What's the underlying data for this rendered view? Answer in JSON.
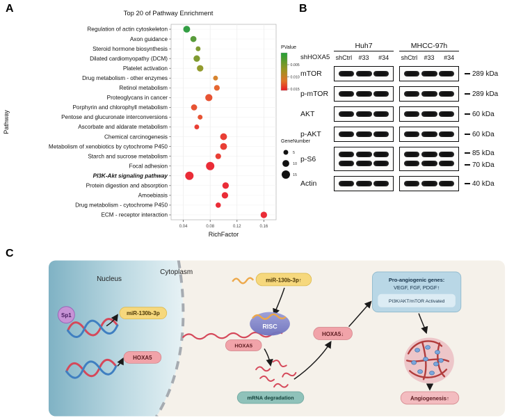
{
  "figure": {
    "panel_labels": [
      "A",
      "B",
      "C"
    ]
  },
  "colors": {
    "yellow_pill": "#f6d87d",
    "pink_pill": "#f1a3a9",
    "pink_pill_light": "#f3bcc0",
    "teal_pill": "#8fc2ba",
    "blue_box": "#b9d7e6",
    "blue_box_inner": "#dcecf4",
    "risc_purple": "#8185c9",
    "mrna_red": "#d5485a",
    "dna_blue": "#3f7fc1",
    "orange_strand": "#eda84a",
    "arrow_black": "#1a1a1a",
    "band_black": "#111111"
  },
  "chart_data": {
    "type": "scatter",
    "title": "Top 20 of Pathway Enrichment",
    "xlabel": "RichFactor",
    "ylabel": "Pathway",
    "xlim": [
      0.03,
      0.17
    ],
    "xticks": [
      0.04,
      0.08,
      0.12,
      0.16
    ],
    "grid": true,
    "legend_position": "right",
    "legend": {
      "pvalue": {
        "title": "PValue",
        "ticks": [
          "0.005",
          "0.010",
          "0.015"
        ],
        "low_color": "#22a038",
        "high_color": "#e81a26"
      },
      "gene_number": {
        "title": "GeneNumber",
        "values": [
          5,
          10,
          15
        ]
      }
    },
    "points": [
      {
        "pathway": "Regulation of actin cytoskeleton",
        "rich_factor": 0.045,
        "pvalue": 0.001,
        "gene_number": 10
      },
      {
        "pathway": "Axon guidance",
        "rich_factor": 0.055,
        "pvalue": 0.003,
        "gene_number": 8
      },
      {
        "pathway": "Steroid hormone biosynthesis",
        "rich_factor": 0.062,
        "pvalue": 0.005,
        "gene_number": 5
      },
      {
        "pathway": "Dilated cardiomyopathy (DCM)",
        "rich_factor": 0.06,
        "pvalue": 0.005,
        "gene_number": 9
      },
      {
        "pathway": "Platelet activation",
        "rich_factor": 0.065,
        "pvalue": 0.006,
        "gene_number": 9
      },
      {
        "pathway": "Drug metabolism - other enzymes",
        "rich_factor": 0.088,
        "pvalue": 0.01,
        "gene_number": 5
      },
      {
        "pathway": "Retinol metabolism",
        "rich_factor": 0.09,
        "pvalue": 0.012,
        "gene_number": 7
      },
      {
        "pathway": "Proteoglycans in cancer",
        "rich_factor": 0.078,
        "pvalue": 0.013,
        "gene_number": 11
      },
      {
        "pathway": "Porphyrin and chlorophyll metabolism",
        "rich_factor": 0.056,
        "pvalue": 0.013,
        "gene_number": 8
      },
      {
        "pathway": "Pentose and glucuronate interconversions",
        "rich_factor": 0.065,
        "pvalue": 0.013,
        "gene_number": 5
      },
      {
        "pathway": "Ascorbate and aldarate metabolism",
        "rich_factor": 0.06,
        "pvalue": 0.014,
        "gene_number": 5
      },
      {
        "pathway": "Chemical carcinogenesis",
        "rich_factor": 0.1,
        "pvalue": 0.014,
        "gene_number": 10
      },
      {
        "pathway": "Metabolism of xenobiotics by cytochrome P450",
        "rich_factor": 0.1,
        "pvalue": 0.014,
        "gene_number": 10
      },
      {
        "pathway": "Starch and sucrose metabolism",
        "rich_factor": 0.092,
        "pvalue": 0.014,
        "gene_number": 7
      },
      {
        "pathway": "Focal adhesion",
        "rich_factor": 0.08,
        "pvalue": 0.015,
        "gene_number": 15
      },
      {
        "pathway": "PI3K-Akt signaling pathway",
        "rich_factor": 0.049,
        "pvalue": 0.015,
        "gene_number": 15,
        "emphasis": true
      },
      {
        "pathway": "Protein digestion and absorption",
        "rich_factor": 0.103,
        "pvalue": 0.015,
        "gene_number": 9
      },
      {
        "pathway": "Amoebiasis",
        "rich_factor": 0.102,
        "pvalue": 0.015,
        "gene_number": 9
      },
      {
        "pathway": "Drug metabolism - cytochrome P450",
        "rich_factor": 0.092,
        "pvalue": 0.015,
        "gene_number": 6
      },
      {
        "pathway": "ECM - receptor interaction",
        "rich_factor": 0.16,
        "pvalue": 0.015,
        "gene_number": 9
      }
    ]
  },
  "western_blot": {
    "cell_lines": [
      "Huh7",
      "MHCC-97h"
    ],
    "condition_label": "shHOXA5",
    "lanes": [
      "shCtrl",
      "#33",
      "#34"
    ],
    "rows": [
      {
        "protein": "mTOR",
        "kda": [
          "289 kDa"
        ],
        "bands": 1
      },
      {
        "protein": "p-mTOR",
        "kda": [
          "289 kDa"
        ],
        "bands": 1
      },
      {
        "protein": "AKT",
        "kda": [
          "60 kDa"
        ],
        "bands": 1
      },
      {
        "protein": "p-AKT",
        "kda": [
          "60 kDa"
        ],
        "bands": 1
      },
      {
        "protein": "p-S6",
        "kda": [
          "85 kDa",
          "70 kDa"
        ],
        "bands": 2
      },
      {
        "protein": "Actin",
        "kda": [
          "40 kDa"
        ],
        "bands": 1
      }
    ]
  },
  "diagram": {
    "nucleus": "Nucleus",
    "cytoplasm": "Cytoplasm",
    "sp1": "Sp1",
    "mir_130b": "miR-130b-3p",
    "mir_130b_up": "miR-130b-3p↑",
    "hoxa5_gene": "HOXA5",
    "hoxa5_mrna": "HOXA5",
    "risc": "RISC",
    "mrna_degradation": "mRNA degradation",
    "hoxa5_down": "HOXA5↓",
    "pro_angiogenic_title": "Pro-angiogenic genes:",
    "pro_angiogenic_genes": "VEGF, FGF, PDGF↑",
    "pathway_activated": "PI3K/AKT/mTOR Activated",
    "angiogenesis": "Angiogenesis↑"
  }
}
